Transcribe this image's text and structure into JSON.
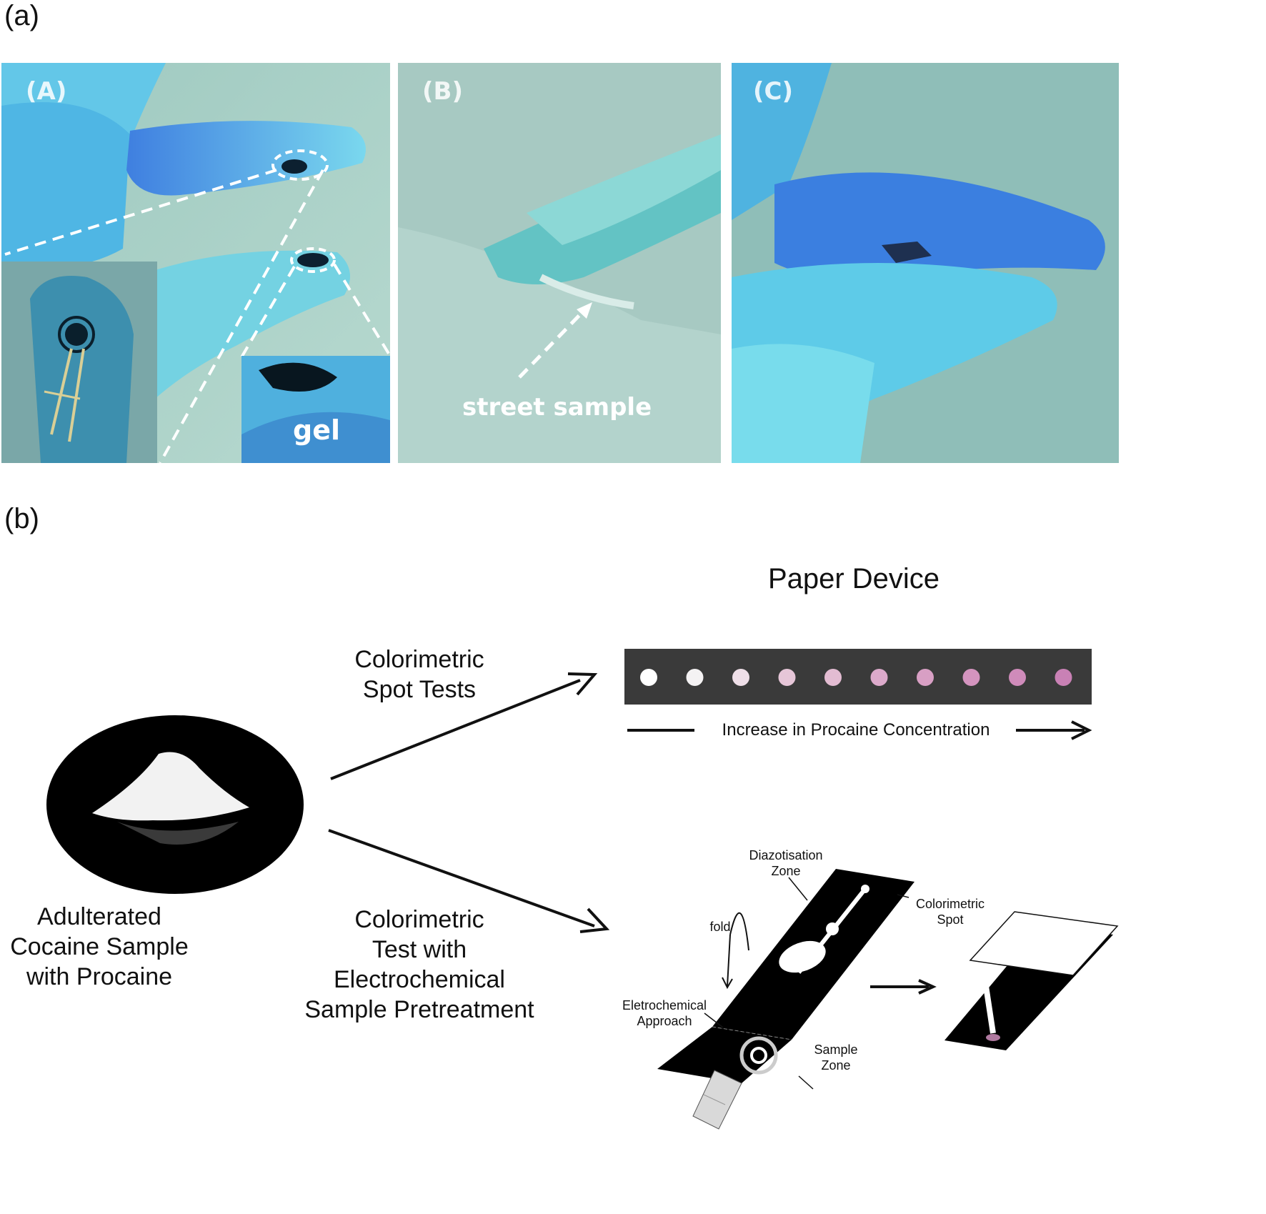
{
  "figure": {
    "part_a_label": "(a)",
    "part_b_label": "(b)"
  },
  "photos": {
    "A": {
      "tag": "(A)",
      "inset_label": "gel"
    },
    "B": {
      "tag": "(B)",
      "annotation": "street sample"
    },
    "C": {
      "tag": "(C)"
    }
  },
  "schematic": {
    "title": "Paper Device",
    "sample_label_lines": [
      "Adulterated",
      "Cocaine Sample",
      "with Procaine"
    ],
    "route_top_lines": [
      "Colorimetric",
      "Spot Tests"
    ],
    "route_bottom_lines": [
      "Colorimetric",
      "Test with",
      "Electrochemical",
      "Sample Pretreatment"
    ],
    "concentration_label": "Increase in Procaine Concentration",
    "device_labels": {
      "diazotisation": [
        "Diazotisation",
        "Zone"
      ],
      "colorimetric_spot": [
        "Colorimetric",
        "Spot"
      ],
      "fold": "fold",
      "electrochemical": [
        "Eletrochemical",
        "Approach"
      ],
      "sample_zone": [
        "Sample",
        "Zone"
      ]
    },
    "spot_colors": [
      "#ffffff",
      "#f4f2f3",
      "#efdfe8",
      "#e6c6d8",
      "#e3bcd2",
      "#dcaacb",
      "#d89fc4",
      "#d494bf",
      "#cf8bba",
      "#c981b5"
    ]
  }
}
